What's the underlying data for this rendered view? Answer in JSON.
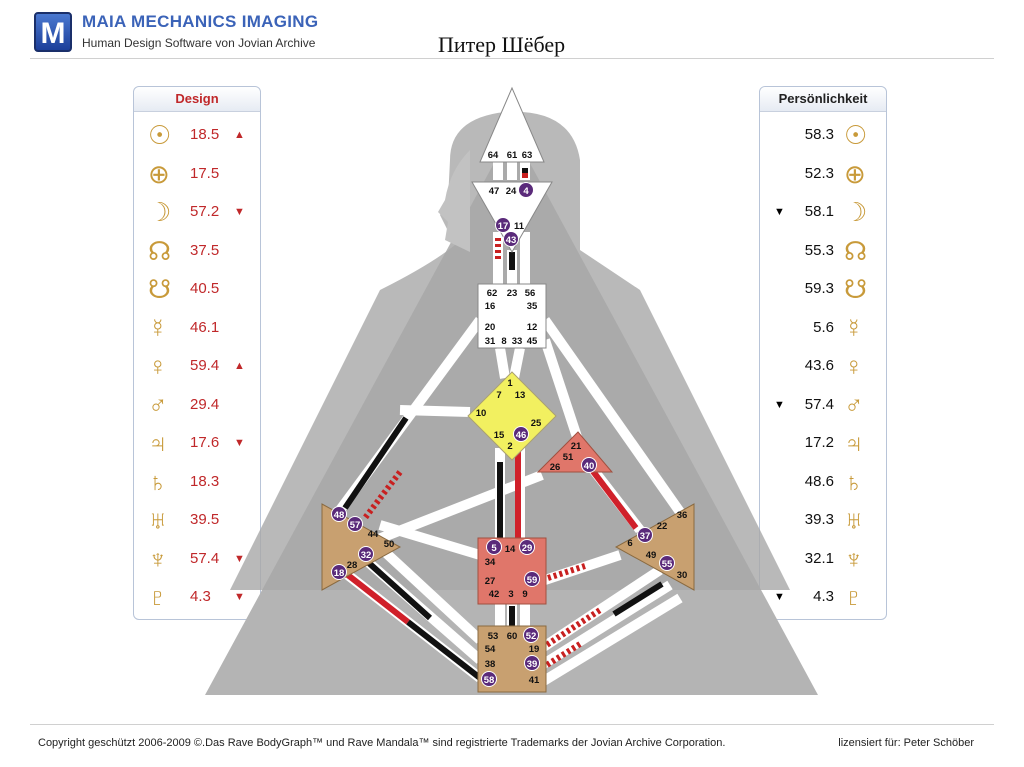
{
  "header": {
    "logo_letter": "M",
    "brand": "MAIA MECHANICS IMAGING",
    "subtitle": "Human Design Software von Jovian Archive",
    "person_name": "Питер Шёбер"
  },
  "design": {
    "title": "Design",
    "rows": [
      {
        "glyph": "☉",
        "icon": "sun-icon",
        "value": "18.5",
        "arrow": "▲"
      },
      {
        "glyph": "⊕",
        "icon": "earth-icon",
        "value": "17.5",
        "arrow": ""
      },
      {
        "glyph": "☽",
        "icon": "moon-icon",
        "value": "57.2",
        "arrow": "▼"
      },
      {
        "glyph": "☊",
        "icon": "north-node-icon",
        "value": "37.5",
        "arrow": ""
      },
      {
        "glyph": "☋",
        "icon": "south-node-icon",
        "value": "40.5",
        "arrow": ""
      },
      {
        "glyph": "☿",
        "icon": "mercury-icon",
        "value": "46.1",
        "arrow": ""
      },
      {
        "glyph": "♀",
        "icon": "venus-icon",
        "value": "59.4",
        "arrow": "▲"
      },
      {
        "glyph": "♂",
        "icon": "mars-icon",
        "value": "29.4",
        "arrow": ""
      },
      {
        "glyph": "♃",
        "icon": "jupiter-icon",
        "value": "17.6",
        "arrow": "▼"
      },
      {
        "glyph": "♄",
        "icon": "saturn-icon",
        "value": "18.3",
        "arrow": ""
      },
      {
        "glyph": "♅",
        "icon": "uranus-icon",
        "value": "39.5",
        "arrow": ""
      },
      {
        "glyph": "♆",
        "icon": "neptune-icon",
        "value": "57.4",
        "arrow": "▼"
      },
      {
        "glyph": "♇",
        "icon": "pluto-icon",
        "value": "4.3",
        "arrow": "▼"
      }
    ]
  },
  "personality": {
    "title": "Persönlichkeit",
    "rows": [
      {
        "glyph": "☉",
        "icon": "sun-icon",
        "value": "58.3",
        "arrow": ""
      },
      {
        "glyph": "⊕",
        "icon": "earth-icon",
        "value": "52.3",
        "arrow": ""
      },
      {
        "glyph": "☽",
        "icon": "moon-icon",
        "value": "58.1",
        "arrow": "▼"
      },
      {
        "glyph": "☊",
        "icon": "north-node-icon",
        "value": "55.3",
        "arrow": ""
      },
      {
        "glyph": "☋",
        "icon": "south-node-icon",
        "value": "59.3",
        "arrow": ""
      },
      {
        "glyph": "☿",
        "icon": "mercury-icon",
        "value": "5.6",
        "arrow": ""
      },
      {
        "glyph": "♀",
        "icon": "venus-icon",
        "value": "43.6",
        "arrow": ""
      },
      {
        "glyph": "♂",
        "icon": "mars-icon",
        "value": "57.4",
        "arrow": "▼"
      },
      {
        "glyph": "♃",
        "icon": "jupiter-icon",
        "value": "17.2",
        "arrow": ""
      },
      {
        "glyph": "♄",
        "icon": "saturn-icon",
        "value": "48.6",
        "arrow": ""
      },
      {
        "glyph": "♅",
        "icon": "uranus-icon",
        "value": "39.3",
        "arrow": ""
      },
      {
        "glyph": "♆",
        "icon": "neptune-icon",
        "value": "32.1",
        "arrow": ""
      },
      {
        "glyph": "♇",
        "icon": "pluto-icon",
        "value": "4.3",
        "arrow": "▼"
      }
    ]
  },
  "bodygraph": {
    "colors": {
      "personality": "#111111",
      "design": "#d0202a",
      "defined_center": "#e06a5a",
      "gate_badge": "#5a2a7a"
    },
    "gates": {
      "head": [
        "64",
        "61",
        "63"
      ],
      "ajna": [
        "47",
        "24",
        "4",
        "17",
        "11",
        "43"
      ],
      "throat": [
        "62",
        "23",
        "56",
        "16",
        "35",
        "20",
        "12",
        "31",
        "8",
        "33",
        "45"
      ],
      "g": [
        "1",
        "7",
        "13",
        "10",
        "25",
        "15",
        "46",
        "2"
      ],
      "ego": [
        "21",
        "51",
        "26",
        "40"
      ],
      "spleen": [
        "48",
        "57",
        "44",
        "50",
        "32",
        "28",
        "18"
      ],
      "solar_plexus": [
        "36",
        "22",
        "6",
        "37",
        "49",
        "55",
        "30"
      ],
      "sacral": [
        "5",
        "14",
        "29",
        "34",
        "27",
        "59",
        "42",
        "3",
        "9"
      ],
      "root": [
        "53",
        "60",
        "52",
        "54",
        "19",
        "38",
        "39",
        "58",
        "41"
      ]
    }
  },
  "footer": {
    "copyright": "Copyright geschützt 2006-2009 ©.Das Rave BodyGraph™ und Rave Mandala™ sind registrierte Trademarks der Jovian Archive Corporation.",
    "license": "lizensiert für: Peter Schöber"
  }
}
